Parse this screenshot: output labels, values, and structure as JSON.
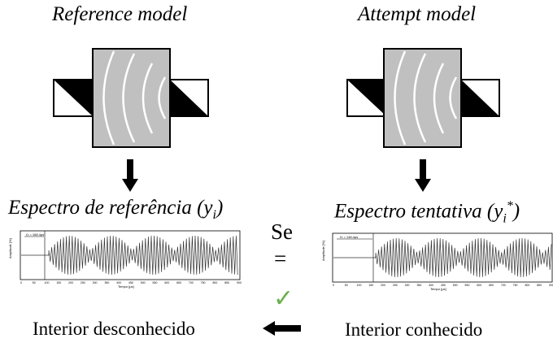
{
  "reference": {
    "title": "Reference model",
    "spectrum_title": "Espectro de referência (y",
    "spectrum_subscript": "i",
    "spectrum_close": ")",
    "plot": {
      "annotation": "t1 = 168.4μs",
      "ylabel": "Amplitude [%]",
      "xlabel": "Tempo [μs]",
      "xticks": [
        "0",
        "50",
        "100",
        "150",
        "200",
        "250",
        "300",
        "350",
        "400",
        "450",
        "500",
        "550",
        "600",
        "650",
        "700",
        "750",
        "800",
        "850",
        "900"
      ]
    },
    "bottom_label": "Interior desconhecido"
  },
  "attempt": {
    "title": "Attempt model",
    "spectrum_title": "Espectro tentativa (y",
    "spectrum_subscript": "i",
    "spectrum_superscript": "*",
    "spectrum_close": ")",
    "plot": {
      "annotation": "t1 = 148.4μs",
      "ylabel": "Amplitude [%]",
      "xlabel": "Tempo [μs]",
      "xticks": [
        "0",
        "50",
        "100",
        "150",
        "200",
        "250",
        "300",
        "350",
        "400",
        "450",
        "500",
        "550",
        "600",
        "650",
        "700",
        "750",
        "800",
        "850",
        "900"
      ]
    },
    "bottom_label": "Interior conhecido"
  },
  "center": {
    "se": "Se",
    "equals": "=",
    "check": "✓",
    "check_color": "#6ab04c"
  },
  "colors": {
    "block": "#c0c0c0",
    "waves": "#ffffff",
    "ink": "#000000"
  }
}
